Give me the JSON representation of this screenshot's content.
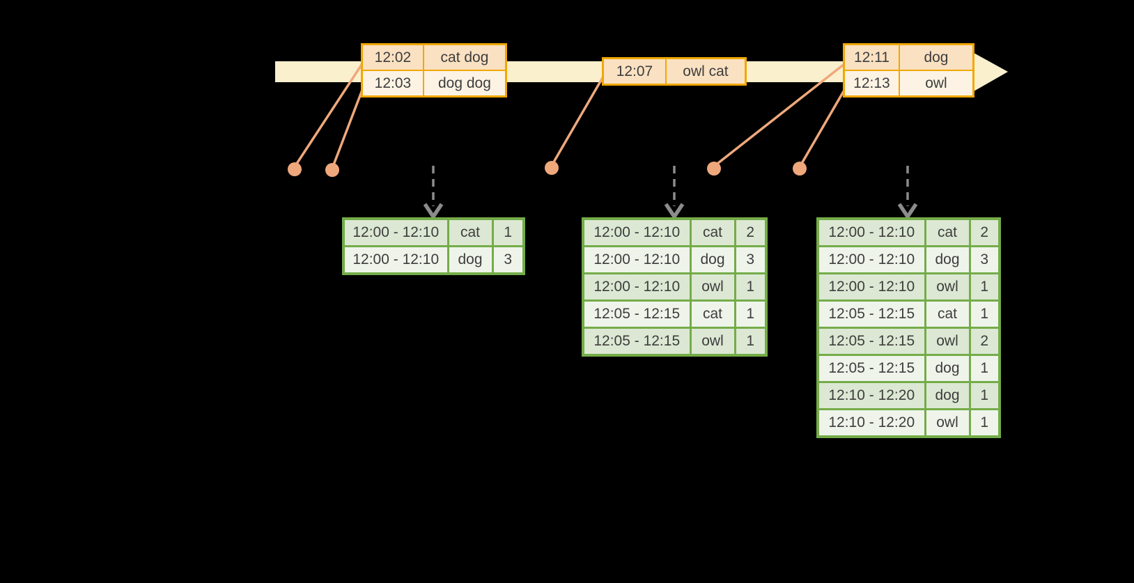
{
  "colors": {
    "background": "#000000",
    "timeline_band": "#fbf0ce",
    "event_table_border": "#f0a800",
    "event_row_dark": "#fae1c2",
    "event_row_light": "#fdf3e4",
    "connector_salmon": "#efa87c",
    "result_table_border": "#74ac49",
    "result_row_dark": "#dce8d3",
    "result_row_light": "#eff4eb",
    "trigger_arrow_gray": "#8c8c8c",
    "text": "#3d3d3d"
  },
  "icons": {
    "timeline_arrow": "right-arrow-band",
    "event_dot": "filled-circle",
    "event_connector": "diagonal-line",
    "trigger_arrow": "dashed-down-arrow"
  },
  "event_tables": [
    {
      "rows": [
        {
          "time": "12:02",
          "data": "cat dog"
        },
        {
          "time": "12:03",
          "data": "dog dog"
        }
      ]
    },
    {
      "rows": [
        {
          "time": "12:07",
          "data": "owl cat"
        }
      ]
    },
    {
      "rows": [
        {
          "time": "12:11",
          "data": "dog"
        },
        {
          "time": "12:13",
          "data": "owl"
        }
      ]
    }
  ],
  "result_tables": [
    {
      "rows": [
        {
          "window": "12:00 - 12:10",
          "word": "cat",
          "count": "1"
        },
        {
          "window": "12:00 - 12:10",
          "word": "dog",
          "count": "3"
        }
      ]
    },
    {
      "rows": [
        {
          "window": "12:00 - 12:10",
          "word": "cat",
          "count": "2"
        },
        {
          "window": "12:00 - 12:10",
          "word": "dog",
          "count": "3"
        },
        {
          "window": "12:00 - 12:10",
          "word": "owl",
          "count": "1"
        },
        {
          "window": "12:05 - 12:15",
          "word": "cat",
          "count": "1"
        },
        {
          "window": "12:05 - 12:15",
          "word": "owl",
          "count": "1"
        }
      ]
    },
    {
      "rows": [
        {
          "window": "12:00 - 12:10",
          "word": "cat",
          "count": "2"
        },
        {
          "window": "12:00 - 12:10",
          "word": "dog",
          "count": "3"
        },
        {
          "window": "12:00 - 12:10",
          "word": "owl",
          "count": "1"
        },
        {
          "window": "12:05 - 12:15",
          "word": "cat",
          "count": "1"
        },
        {
          "window": "12:05 - 12:15",
          "word": "owl",
          "count": "2"
        },
        {
          "window": "12:05 - 12:15",
          "word": "dog",
          "count": "1"
        },
        {
          "window": "12:10 - 12:20",
          "word": "dog",
          "count": "1"
        },
        {
          "window": "12:10 - 12:20",
          "word": "owl",
          "count": "1"
        }
      ]
    }
  ]
}
